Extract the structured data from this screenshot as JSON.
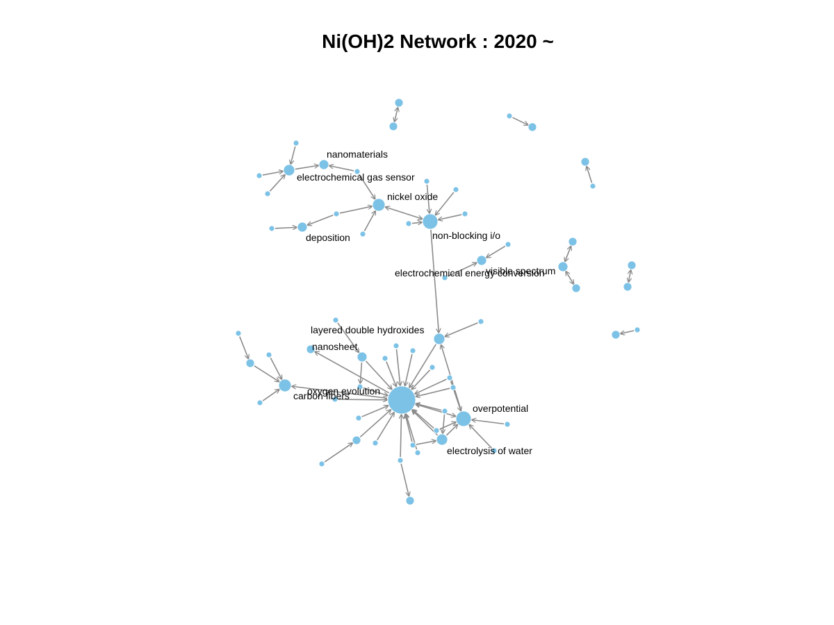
{
  "title": "Ni(OH)2 Network : 2020 ~",
  "colors": {
    "node": "#7cc2e6",
    "edge": "#8a8a8a",
    "label": "#000000"
  },
  "labels": {
    "nanomaterials": "nanomaterials",
    "gas_sensor": "electrochemical gas sensor",
    "nickel_oxide": "nickel oxide",
    "deposition": "deposition",
    "nonblocking": "non-blocking i/o",
    "energy_conv": "electrochemical energy conversion",
    "visible": "visible spectrum",
    "ldh": "layered double hydroxides",
    "nanosheet": "nanosheet",
    "carbon": "carbon fibers",
    "oer": "oxygen evolution",
    "overpotential": "overpotential",
    "electrolysis": "electrolysis of water"
  }
}
